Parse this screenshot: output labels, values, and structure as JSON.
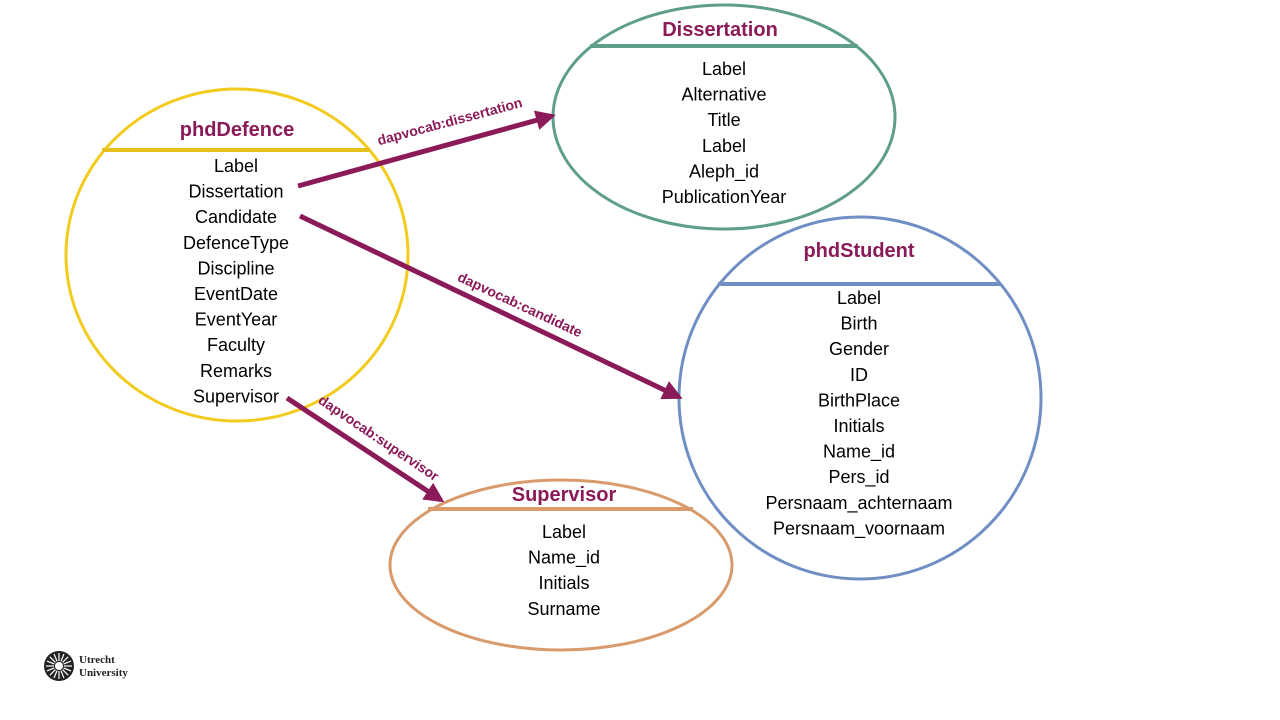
{
  "colors": {
    "title": "#8B1A58",
    "arrow": "#8B1A58",
    "phdDefence": "#F2CB1D",
    "dissertation": "#5E9E8A",
    "phdStudent": "#6F8FC4",
    "supervisor": "#D99A6C"
  },
  "entities": {
    "phdDefence": {
      "title": "phdDefence",
      "attributes": [
        "Label",
        "Dissertation",
        "Candidate",
        "DefenceType",
        "Discipline",
        "EventDate",
        "EventYear",
        "Faculty",
        "Remarks",
        "Supervisor"
      ]
    },
    "dissertation": {
      "title": "Dissertation",
      "attributes": [
        "Label",
        "Alternative",
        "Title",
        "Label",
        "Aleph_id",
        "PublicationYear"
      ]
    },
    "phdStudent": {
      "title": "phdStudent",
      "attributes": [
        "Label",
        "Birth",
        "Gender",
        "ID",
        "BirthPlace",
        "Initials",
        "Name_id",
        "Pers_id",
        "Persnaam_achternaam",
        "Persnaam_voornaam"
      ]
    },
    "supervisor": {
      "title": "Supervisor",
      "attributes": [
        "Label",
        "Name_id",
        "Initials",
        "Surname"
      ]
    }
  },
  "relations": {
    "dissertation": "dapvocab:dissertation",
    "candidate": "dapvocab:candidate",
    "supervisor": "dapvocab:supervisor"
  },
  "logo": {
    "line1": "Utrecht",
    "line2": "University"
  }
}
